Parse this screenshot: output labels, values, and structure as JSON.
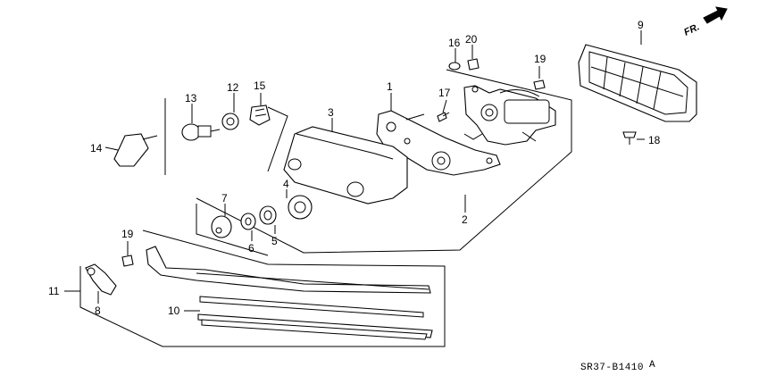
{
  "diagram": {
    "callouts": {
      "c1": "1",
      "c2": "2",
      "c3": "3",
      "c4": "4",
      "c5": "5",
      "c6": "6",
      "c7": "7",
      "c8": "8",
      "c9": "9",
      "c10": "10",
      "c11": "11",
      "c12": "12",
      "c13": "13",
      "c14": "14",
      "c15": "15",
      "c16": "16",
      "c17": "17",
      "c18": "18",
      "c19a": "19",
      "c19b": "19",
      "c20": "20"
    },
    "direction_label": "FR.",
    "drawing_code": "SR37-B1410",
    "drawing_revision": "A"
  }
}
